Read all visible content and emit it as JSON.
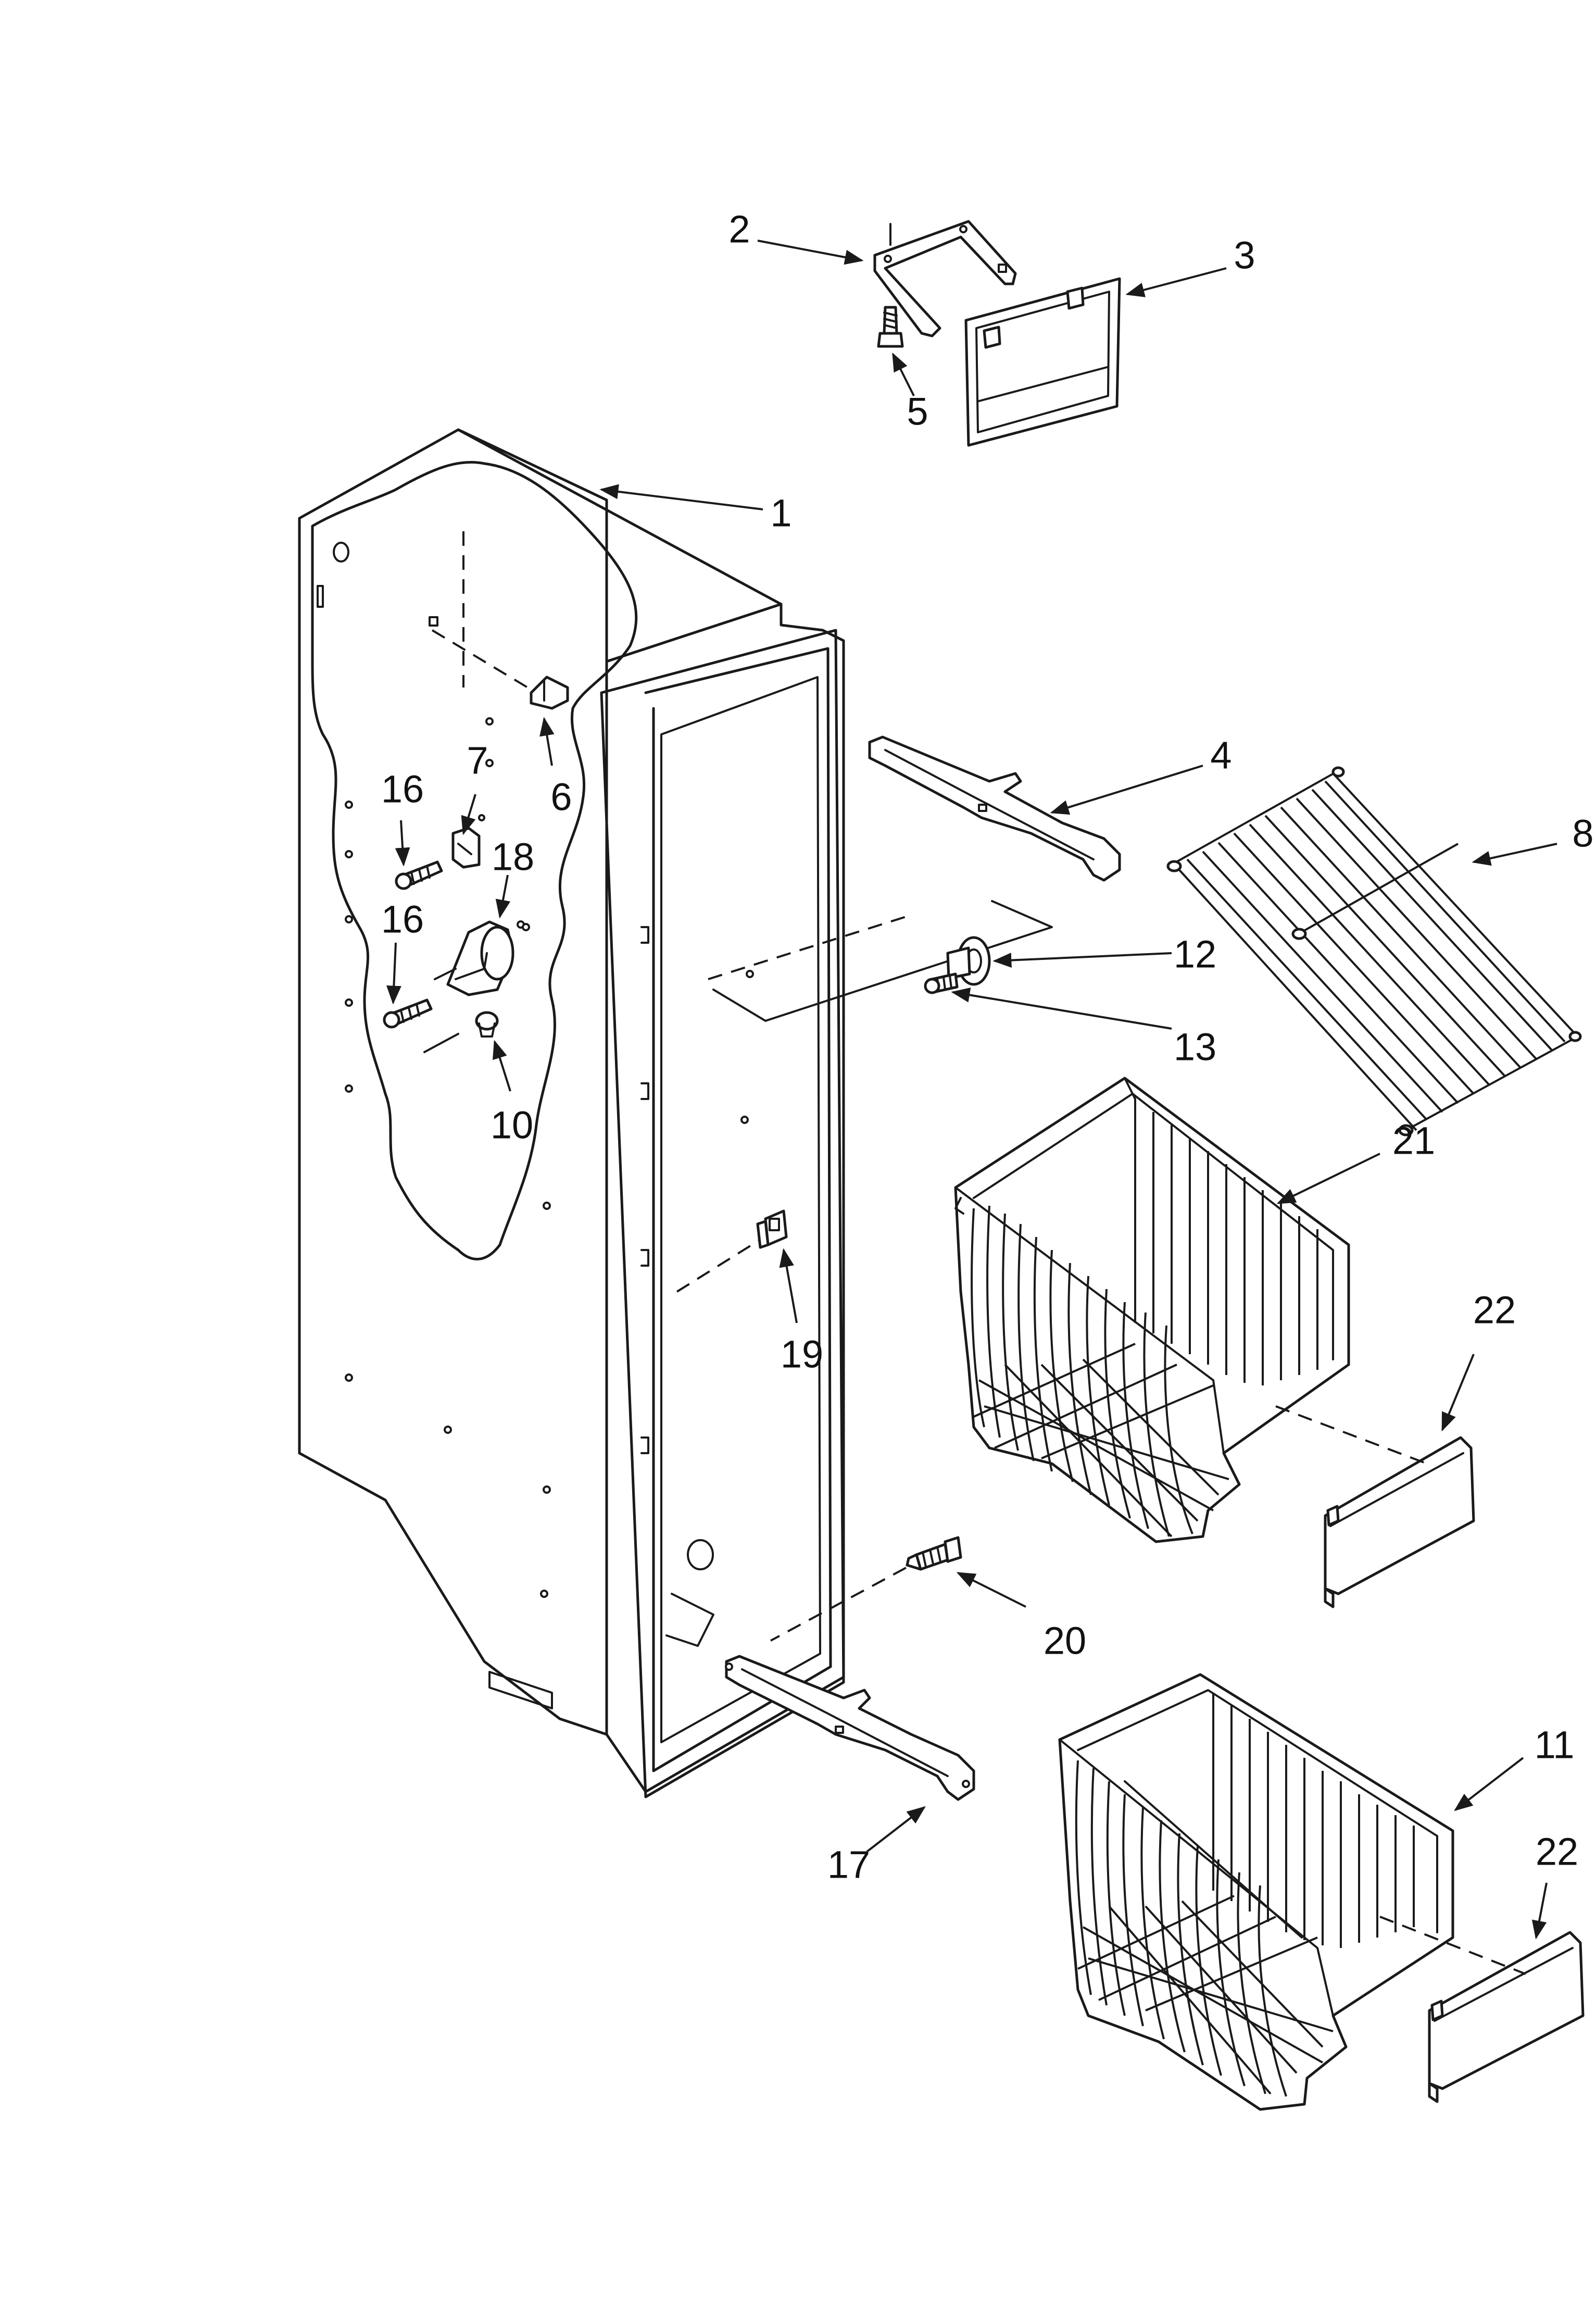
{
  "callouts": {
    "c1": "1",
    "c2": "2",
    "c3": "3",
    "c4": "4",
    "c5": "5",
    "c6": "6",
    "c7": "7",
    "c8": "8",
    "c10": "10",
    "c11": "11",
    "c12": "12",
    "c13": "13",
    "c16a": "16",
    "c16b": "16",
    "c17": "17",
    "c18": "18",
    "c19": "19",
    "c20": "20",
    "c21": "21",
    "c22a": "22",
    "c22b": "22"
  },
  "colors": {
    "line": "#1a1a1a",
    "background": "#ffffff"
  }
}
